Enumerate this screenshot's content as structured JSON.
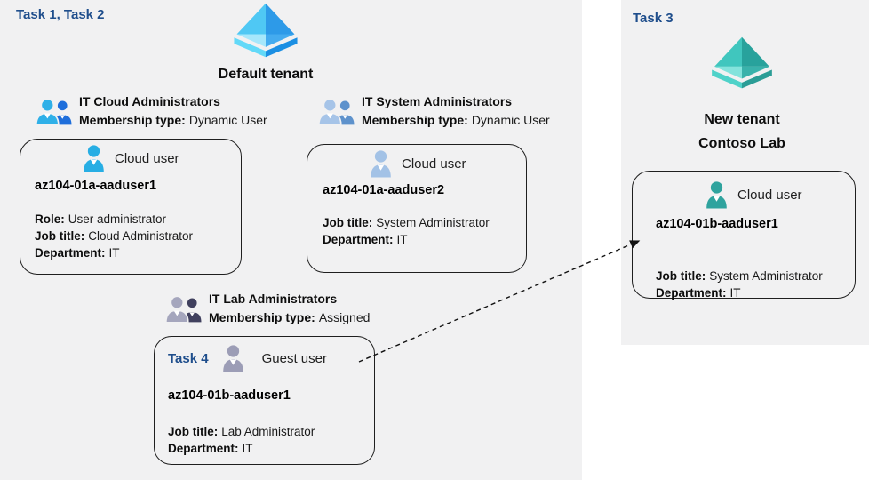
{
  "left_panel": {
    "task_label": "Task 1, Task 2",
    "tenant": {
      "name": "Default tenant"
    },
    "groups": [
      {
        "name": "IT Cloud Administrators",
        "membership_label": "Membership type:",
        "membership_value": "Dynamic User"
      },
      {
        "name": "IT System Administrators",
        "membership_label": "Membership type:",
        "membership_value": "Dynamic User"
      },
      {
        "name": "IT Lab Administrators",
        "membership_label": "Membership type:",
        "membership_value": "Assigned"
      }
    ],
    "cards": [
      {
        "user_type": "Cloud user",
        "username": "az104-01a-aaduser1",
        "fields": [
          {
            "label": "Role:",
            "value": "User administrator"
          },
          {
            "label": "Job title:",
            "value": "Cloud Administrator"
          },
          {
            "label": "Department:",
            "value": "IT"
          }
        ]
      },
      {
        "user_type": "Cloud user",
        "username": "az104-01a-aaduser2",
        "fields": [
          {
            "label": "Job title:",
            "value": "System Administrator"
          },
          {
            "label": "Department:",
            "value": "IT"
          }
        ]
      },
      {
        "task_label": "Task 4",
        "user_type": "Guest user",
        "username": "az104-01b-aaduser1",
        "fields": [
          {
            "label": "Job title:",
            "value": "Lab Administrator"
          },
          {
            "label": "Department:",
            "value": "IT"
          }
        ]
      }
    ]
  },
  "right_panel": {
    "task_label": "Task 3",
    "tenant": {
      "name_line1": "New tenant",
      "name_line2": "Contoso Lab"
    },
    "card": {
      "user_type": "Cloud user",
      "username": "az104-01b-aaduser1",
      "fields": [
        {
          "label": "Job title:",
          "value": "System Administrator"
        },
        {
          "label": "Department:",
          "value": "IT"
        }
      ]
    }
  },
  "connector": {
    "type": "dashed-arrow",
    "from": "guest-user-card",
    "to": "contoso-cloud-user-card"
  },
  "colors": {
    "panel_background": "#f1f1f2",
    "task_label_text": "#1f4e8c",
    "card_border": "#1f1f1f",
    "body_text": "#1a1a1a",
    "default_tenant_icon": [
      "#4FC8F4",
      "#2D9AE8",
      "#A6E7FB",
      "#44ABEF",
      "#62D9F8",
      "#1B8FE3"
    ],
    "contoso_tenant_icon": [
      "#40C6BE",
      "#28A29C",
      "#83E3DC",
      "#39B2AB",
      "#4FD2C9",
      "#2B9D96"
    ],
    "cloud_admins_group_icon": [
      "#2FB0E8",
      "#1E6EDB"
    ],
    "system_admins_group_icon": [
      "#A6C4E8",
      "#5E92CC"
    ],
    "lab_admins_group_icon": [
      "#A5A6BD",
      "#40405E"
    ],
    "cloud_user1_icon": "#27AEE4",
    "cloud_user2_icon": "#A3C2E6",
    "guest_user_icon": "#9C9DB6",
    "contoso_cloud_user_icon": "#2FA39E"
  }
}
